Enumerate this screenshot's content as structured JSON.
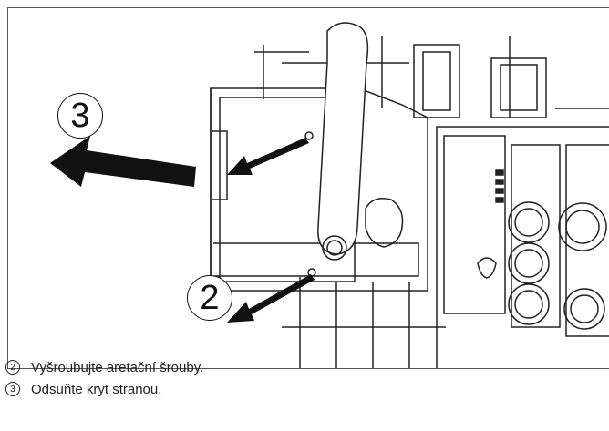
{
  "callouts": {
    "callout_3": "3",
    "callout_2": "2"
  },
  "legend": [
    {
      "num": "2",
      "text": "Vyšroubujte aretační šrouby."
    },
    {
      "num": "3",
      "text": "Odsuňte kryt stranou."
    }
  ]
}
